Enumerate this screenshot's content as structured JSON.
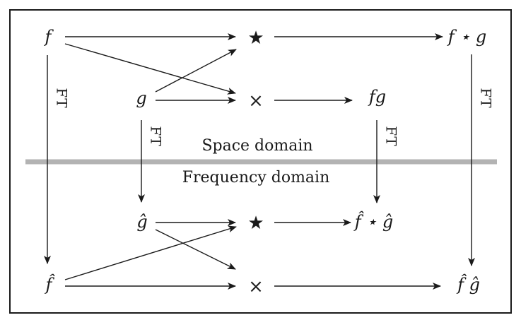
{
  "nodes": {
    "f": "f",
    "g": "g",
    "f_hat": "f̂",
    "g_hat": "ĝ",
    "fg": "fg",
    "f_star_g": "f ⋆ g",
    "f_hat_star_g_hat": "f̂ ⋆ ĝ",
    "f_hat_g_hat": "f̂ ĝ"
  },
  "operators": {
    "convolution": "★",
    "multiplication": "×"
  },
  "edge_labels": {
    "fourier_transform": "FT"
  },
  "regions": {
    "space_domain": "Space domain",
    "frequency_domain": "Frequency domain"
  },
  "colors": {
    "ink": "#1a1a1a",
    "frame": "#1a1a1a",
    "divider": "#b3b3b3",
    "background": "#ffffff"
  }
}
